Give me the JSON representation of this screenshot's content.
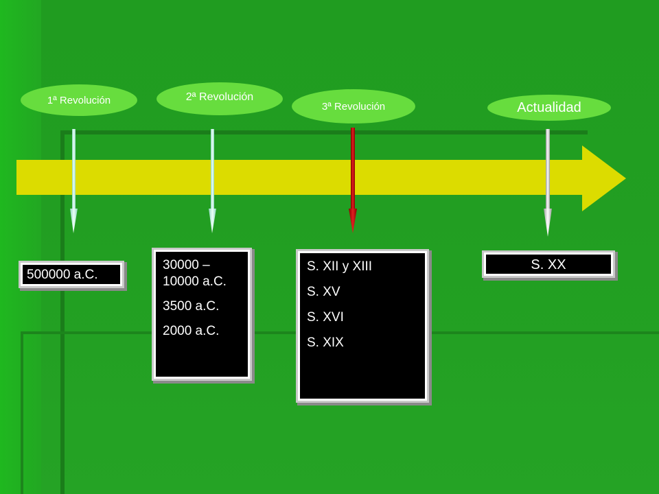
{
  "revolutions": [
    {
      "label": "1ª Revolución"
    },
    {
      "label": "2ª Revolución"
    },
    {
      "label": "3ª Revolución"
    },
    {
      "label": "Actualidad"
    }
  ],
  "periods": [
    {
      "lines": [
        "500000 a.C."
      ]
    },
    {
      "lines": [
        "30000 –",
        "10000 a.C.",
        "3500 a.C.",
        "2000 a.C."
      ]
    },
    {
      "lines": [
        "S. XII y XIII",
        "S. XV",
        "S. XVI",
        "S. XIX"
      ]
    },
    {
      "lines": [
        "S. XX"
      ]
    }
  ],
  "colors": {
    "background": "#209c20",
    "timeline_arrow": "#dcdc00",
    "ellipse": "#67dd3e",
    "pointer_red": "#c80000",
    "pointer_light": "#c8f5e8",
    "box_background": "#000000",
    "box_text": "#ffffff"
  }
}
